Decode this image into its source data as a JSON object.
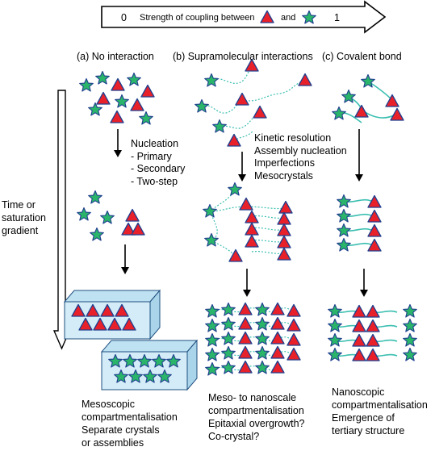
{
  "header": {
    "scale_min": "0",
    "scale_text": "Strength of coupling between",
    "scale_and": "and",
    "scale_max": "1"
  },
  "columns": [
    {
      "title": "(a) No interaction"
    },
    {
      "title": "(b) Supramolecular interactions"
    },
    {
      "title": "(c) Covalent bond"
    }
  ],
  "side_label": {
    "lines": [
      "Time or",
      "saturation",
      "gradient"
    ]
  },
  "nucleation": {
    "title": "Nucleation",
    "items": [
      "-   Primary",
      "-   Secondary",
      "-   Two-step"
    ]
  },
  "supramolecular_notes": [
    "Kinetic resolution",
    "Assembly nucleation",
    "Imperfections",
    "Mesocrystals"
  ],
  "captions": {
    "a": [
      "Mesoscopic",
      "compartmentalisation",
      "Separate crystals",
      "or assemblies"
    ],
    "b": [
      "Meso- to nanoscale",
      "compartmentalisation",
      "Epitaxial overgrowth?",
      "Co-crystal?"
    ],
    "c": [
      "Nanoscopic",
      "compartmentalisation",
      "Emergence of",
      "tertiary structure"
    ]
  },
  "colors": {
    "triangle_fill": "#e8202a",
    "triangle_stroke": "#1f3f8f",
    "star_fill": "#2ab56b",
    "star_stroke": "#1f3f8f",
    "link": "#3bbfb0",
    "box_fill": "#d3ecf8",
    "box_stroke": "#1f4f7f"
  },
  "icons": {
    "triangle": "red-triangle-molecule-icon",
    "star": "green-star-molecule-icon"
  }
}
